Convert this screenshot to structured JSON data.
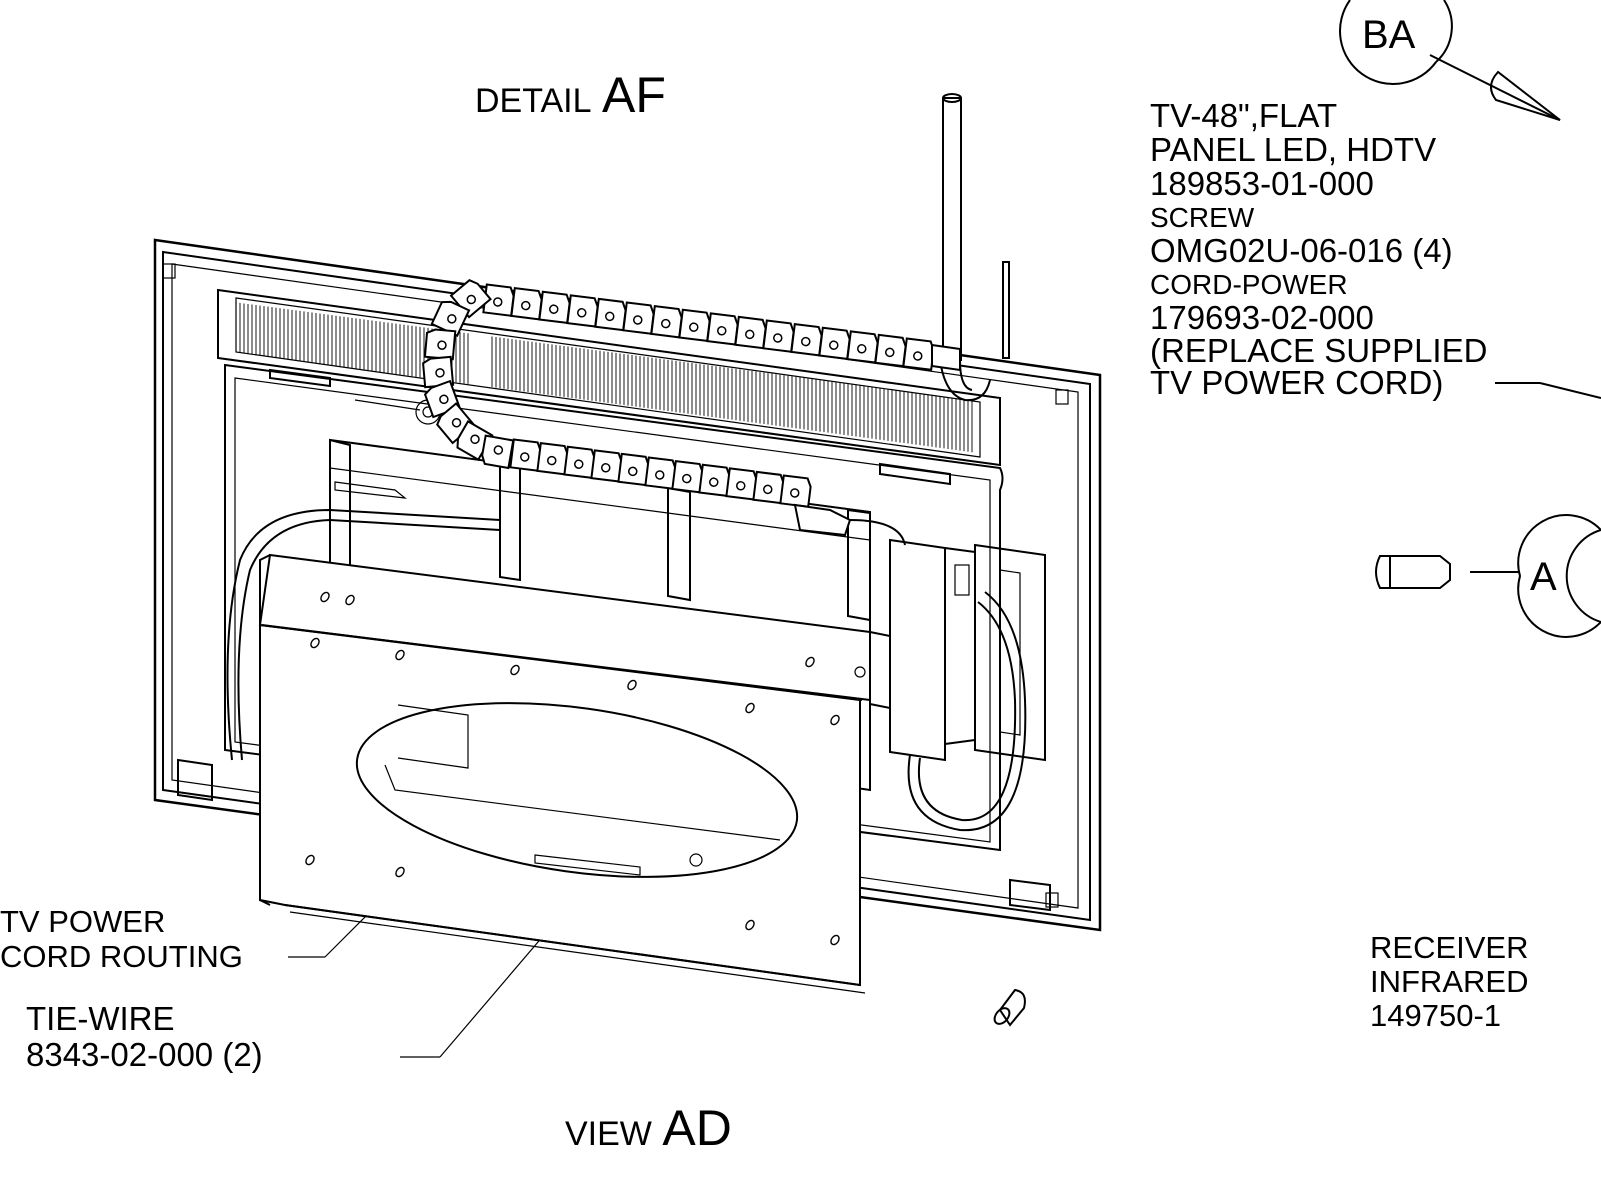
{
  "detail_title": {
    "prefix": "DETAIL",
    "letters": "AF"
  },
  "view_title": {
    "prefix": "VIEW",
    "letters": "AD"
  },
  "balloons": {
    "top": "BA",
    "right": "A"
  },
  "tv_callout": {
    "lines": [
      "TV-48\",FLAT",
      "PANEL LED, HDTV",
      "189853-01-000",
      "SCREW",
      "OMG02U-06-016 (4)",
      "CORD-POWER",
      "179693-02-000",
      "(REPLACE SUPPLIED",
      "TV POWER CORD)"
    ]
  },
  "routing_callout": {
    "lines": [
      "TV POWER",
      "CORD ROUTING"
    ]
  },
  "tiewire_callout": {
    "lines": [
      "TIE-WIRE",
      "8343-02-000 (2)"
    ]
  },
  "receiver_callout": {
    "lines": [
      "RECEIVER",
      "INFRARED",
      "149750-1"
    ]
  }
}
